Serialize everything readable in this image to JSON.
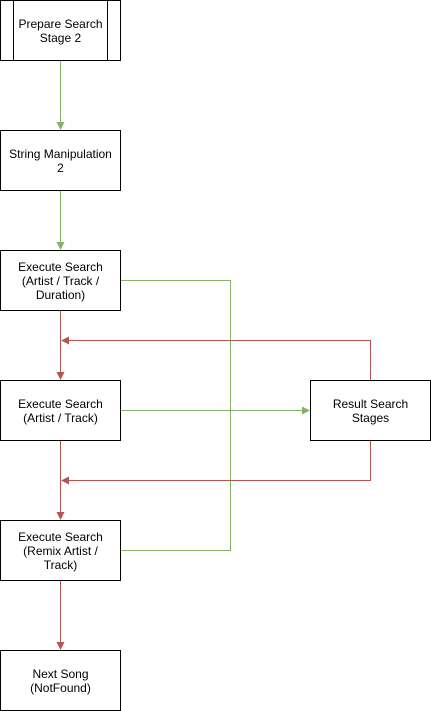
{
  "nodes": {
    "prepare_search": {
      "label": "Prepare Search\nStage 2"
    },
    "string_manipulation": {
      "label": "String Manipulation 2"
    },
    "execute_search_full": {
      "label": "Execute Search\n(Artist / Track /\nDuration)"
    },
    "execute_search_artist_track": {
      "label": "Execute Search\n(Artist / Track)"
    },
    "result_search": {
      "label": "Result Search\nStages"
    },
    "execute_search_remix": {
      "label": "Execute Search\n(Remix Artist /\nTrack)"
    },
    "next_song": {
      "label": "Next Song\n(NotFound)"
    }
  },
  "colors": {
    "success_edge": "#82b366",
    "failure_edge": "#b85450",
    "node_border": "#000000"
  }
}
